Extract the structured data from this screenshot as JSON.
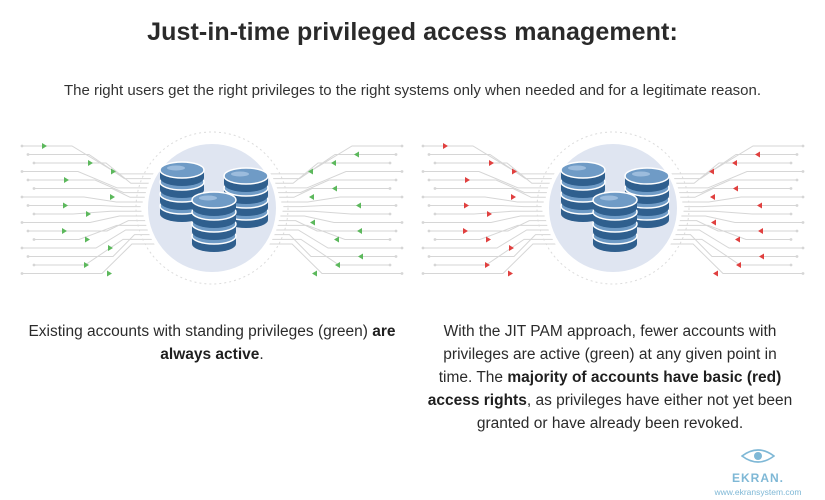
{
  "title": "Just-in-time privileged access management:",
  "subtitle": "The right users get the right privileges to the right systems only when needed and for a legitimate reason.",
  "colors": {
    "active": "#5cb85c",
    "inactive": "#e0403f",
    "line": "#d6d6d6",
    "db_fill": "#6f9bc6",
    "db_dark": "#2f5f8e",
    "halo": "#dfe5f1",
    "brand": "#7fb8d6"
  },
  "diagrams": [
    {
      "name": "standing-privileges",
      "marker_color": "#5cb85c"
    },
    {
      "name": "jit-pam",
      "marker_color": "#e0403f"
    }
  ],
  "captions": {
    "left": {
      "part1": "Existing accounts with standing privileges (green) ",
      "bold1": "are always active",
      "part2": "."
    },
    "right": {
      "part1": "With the JIT PAM approach, fewer accounts with privileges are active (green) at any given point in time. The ",
      "bold1": "majority of accounts have basic (red) access rights",
      "part2": ", as privileges have either not yet been granted or have already been revoked."
    }
  },
  "brand": {
    "name": "EKRAN.",
    "url": "www.ekransystem.com",
    "logo_icon": "eye-icon"
  }
}
